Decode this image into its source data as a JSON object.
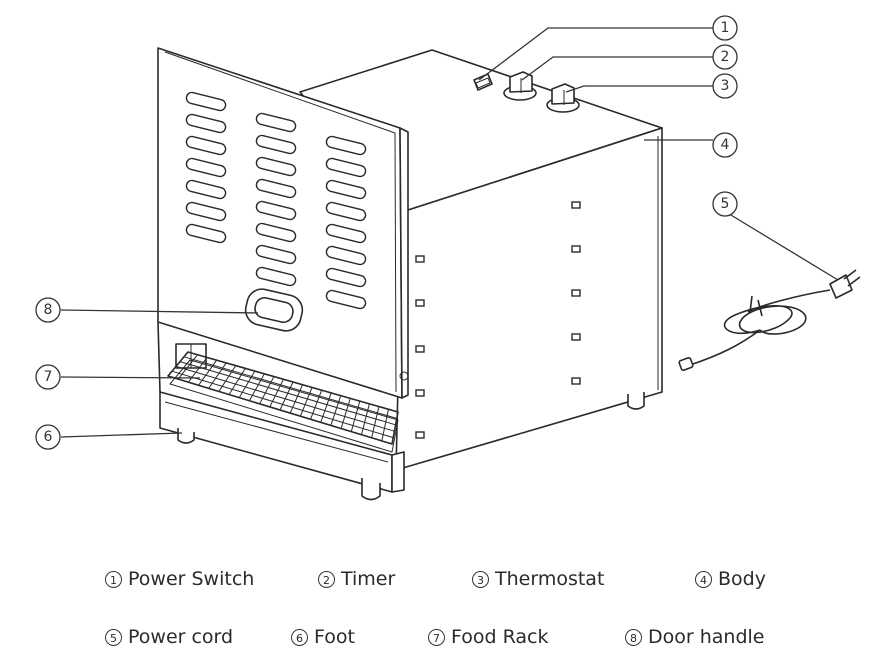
{
  "callouts": [
    "1",
    "2",
    "3",
    "4",
    "5",
    "6",
    "7",
    "8"
  ],
  "legend": [
    {
      "num": "1",
      "label": "Power Switch"
    },
    {
      "num": "2",
      "label": "Timer"
    },
    {
      "num": "3",
      "label": "Thermostat"
    },
    {
      "num": "4",
      "label": "Body"
    },
    {
      "num": "5",
      "label": "Power cord"
    },
    {
      "num": "6",
      "label": "Foot"
    },
    {
      "num": "7",
      "label": "Food Rack"
    },
    {
      "num": "8",
      "label": "Door handle"
    }
  ]
}
